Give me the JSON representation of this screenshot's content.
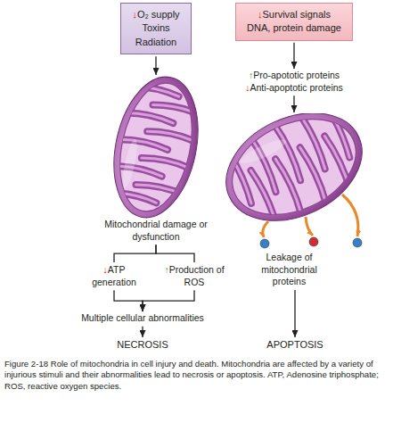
{
  "diagram": {
    "caption": "Figure 2-18 Role of mitochondria in cell injury and death. Mitochondria are affected by a variety of injurious stimuli and their abnormalities lead to necrosis or apoptosis. ATP, Adenosine triphosphate; ROS, reactive oxygen species.",
    "nodes": [
      {
        "text": [
          "↓O₂ supply",
          "Toxins",
          "Radiation"
        ]
      },
      {
        "text": [
          "↓Survival signals",
          "DNA, protein damage"
        ]
      },
      {
        "text": [
          "Mitochondrial damage or dysfunction"
        ]
      },
      {
        "text": [
          "↓ATP generation"
        ]
      },
      {
        "text": [
          "↑Production of ROS"
        ]
      },
      {
        "text": [
          "Multiple cellular abnormalities"
        ]
      },
      {
        "text": [
          "NECROSIS"
        ]
      },
      {
        "text": [
          "↑Pro-apototic proteins",
          "↓Anti-apoptotic proteins"
        ]
      },
      {
        "text": [
          "Leakage of mitochondrial proteins"
        ]
      },
      {
        "text": [
          "APOPTOSIS"
        ]
      }
    ],
    "edges": [
      {
        "from": 0,
        "to": 2,
        "arrow": "to"
      },
      {
        "from": 2,
        "to": 3,
        "arrow": "none"
      },
      {
        "from": 2,
        "to": 4,
        "arrow": "none"
      },
      {
        "from": 3,
        "to": 5,
        "arrow": "to"
      },
      {
        "from": 4,
        "to": 5,
        "arrow": "to"
      },
      {
        "from": 5,
        "to": 6,
        "arrow": "to"
      },
      {
        "from": 1,
        "to": 7,
        "arrow": "to"
      },
      {
        "from": 7,
        "to": 8,
        "arrow": "to"
      },
      {
        "from": 8,
        "to": 9,
        "arrow": "to"
      }
    ]
  }
}
